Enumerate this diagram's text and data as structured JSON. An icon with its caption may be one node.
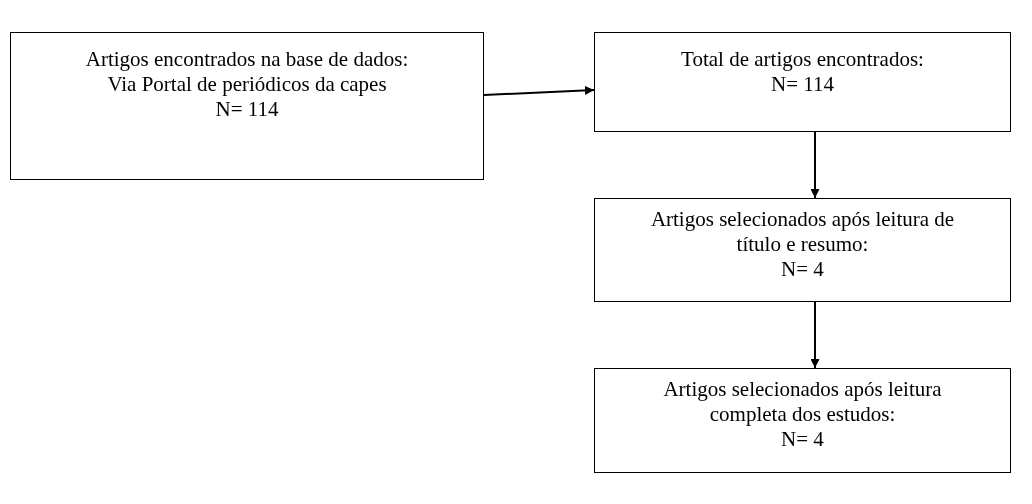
{
  "diagram": {
    "nodes": [
      {
        "text": [
          "Artigos encontrados na base de dados:",
          "Via Portal de periódicos da capes",
          "N= 114"
        ]
      },
      {
        "text": [
          "Total de artigos encontrados:",
          "N= 114"
        ]
      },
      {
        "text": [
          "Artigos selecionados após leitura de título e resumo:",
          "N= 4"
        ]
      },
      {
        "text": [
          "Artigos selecionados após leitura completa dos estudos:",
          "N= 4"
        ]
      }
    ],
    "edges": [
      {
        "from": 0,
        "to": 1,
        "arrow": "to"
      },
      {
        "from": 1,
        "to": 2,
        "arrow": "to"
      },
      {
        "from": 2,
        "to": 3,
        "arrow": "to"
      }
    ]
  }
}
